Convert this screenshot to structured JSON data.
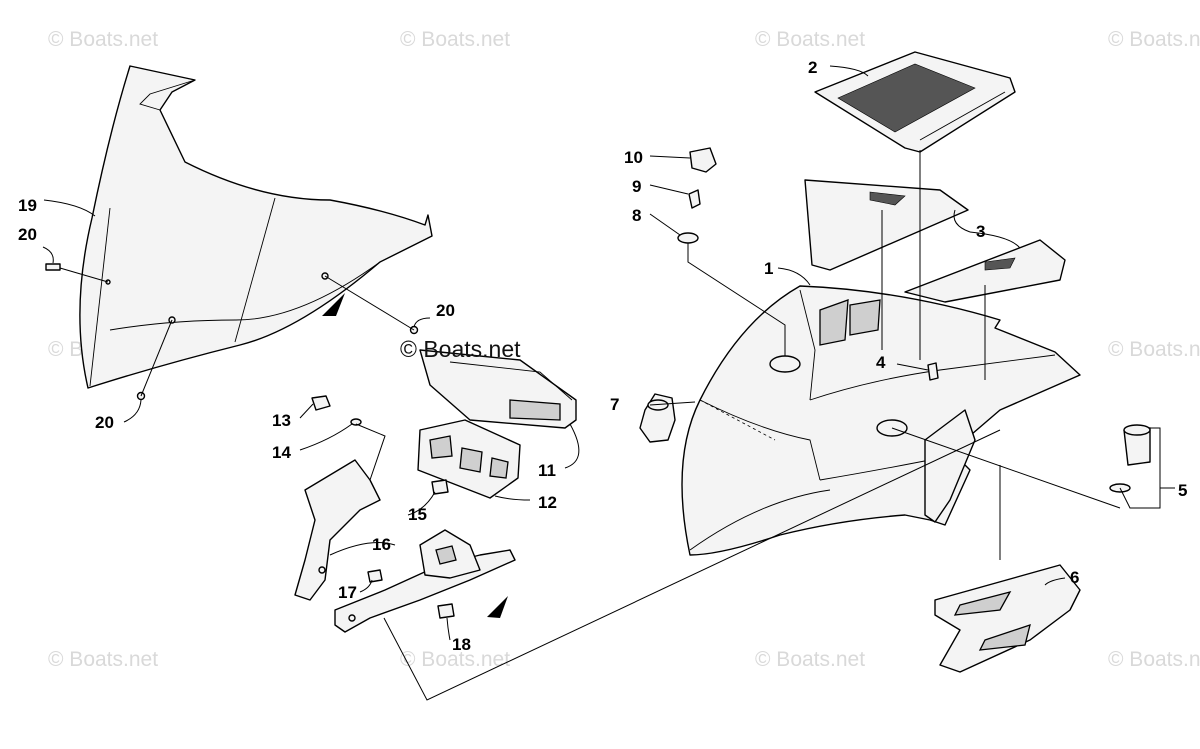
{
  "watermark": "© Boats.net",
  "callouts": {
    "c1": "1",
    "c2": "2",
    "c3": "3",
    "c4": "4",
    "c5": "5",
    "c6": "6",
    "c7": "7",
    "c8": "8",
    "c9": "9",
    "c10": "10",
    "c11": "11",
    "c12": "12",
    "c13": "13",
    "c14": "14",
    "c15": "15",
    "c16": "16",
    "c17": "17",
    "c18": "18",
    "c19": "19",
    "c20a": "20",
    "c20b": "20",
    "c20c": "20"
  }
}
